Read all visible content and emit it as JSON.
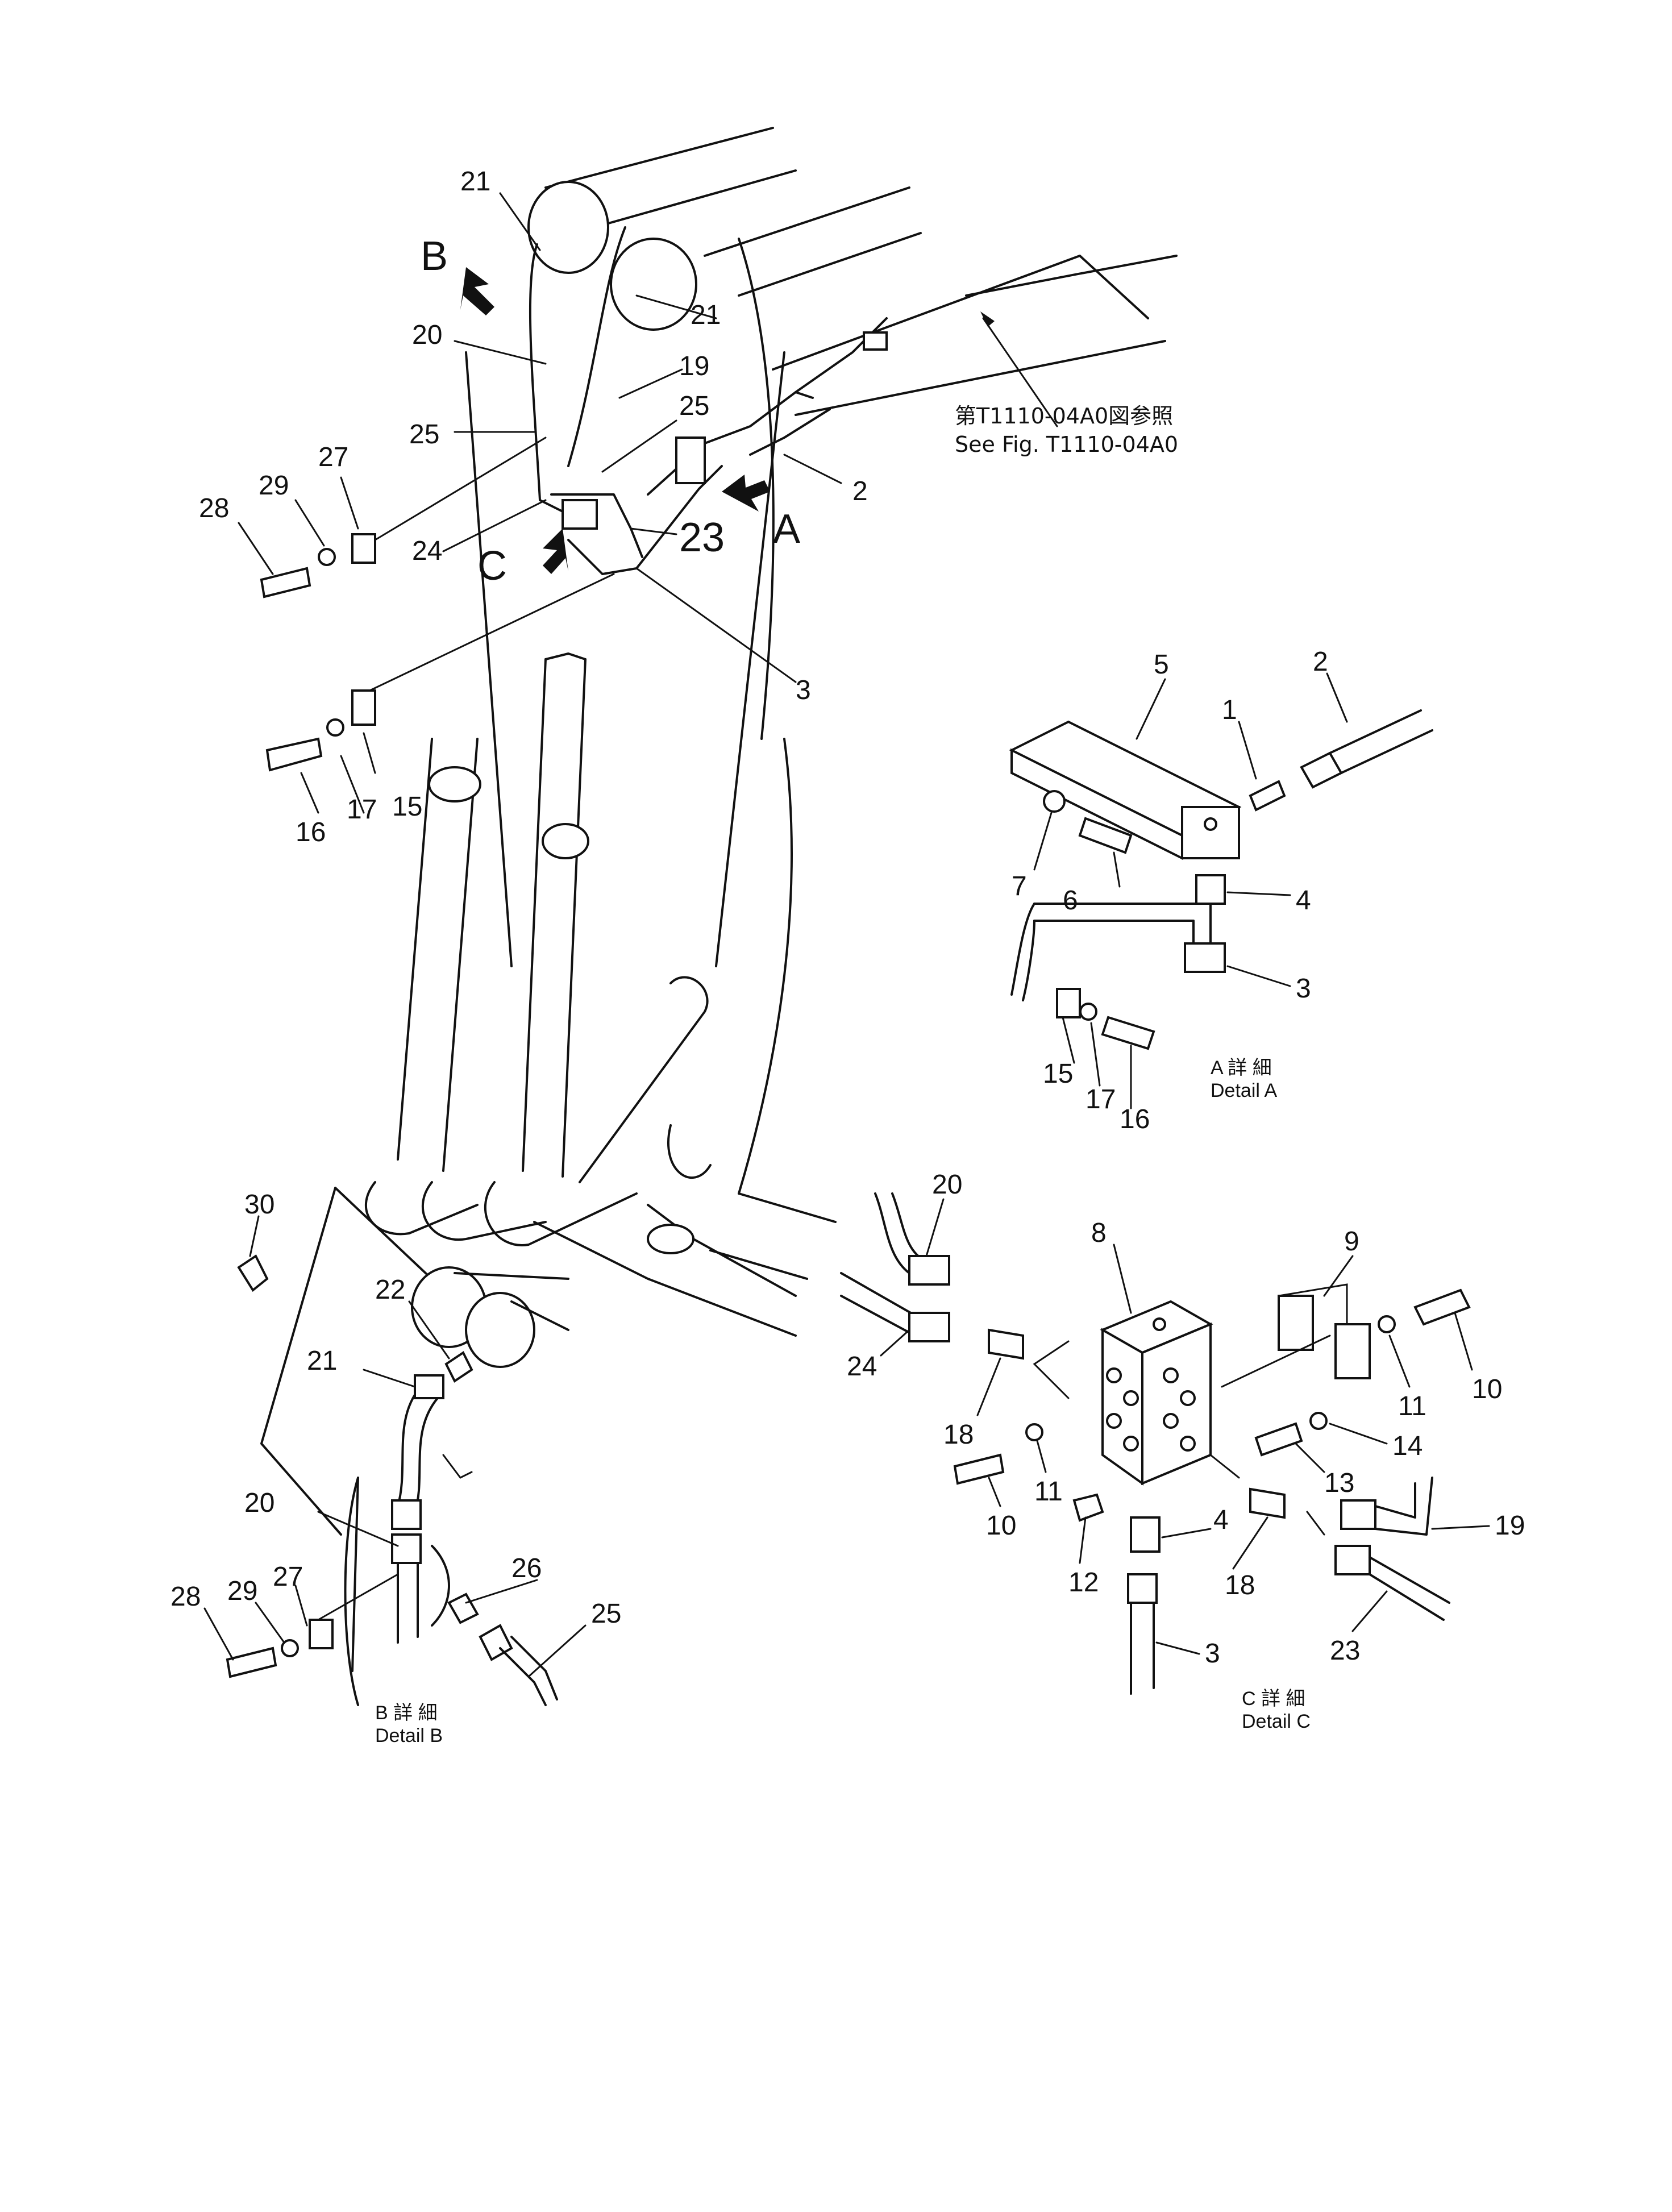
{
  "view_arrows": [
    "A",
    "B",
    "C"
  ],
  "reference_note": {
    "japanese": "第T1110-04A0図参照",
    "english": "See Fig. T1110-04A0"
  },
  "details": [
    {
      "label": "A 詳 細",
      "caption": "Detail A"
    },
    {
      "label": "B 詳 細",
      "caption": "Detail B"
    },
    {
      "label": "C 詳 細",
      "caption": "Detail C"
    }
  ],
  "main_callouts": [
    "21",
    "20",
    "25",
    "27",
    "29",
    "28",
    "24",
    "21",
    "19",
    "25",
    "23",
    "2",
    "3",
    "15",
    "16",
    "17"
  ],
  "detail_a_callouts": [
    "5",
    "2",
    "1",
    "7",
    "6",
    "4",
    "3",
    "15",
    "17",
    "16"
  ],
  "detail_b_callouts": [
    "30",
    "22",
    "21",
    "20",
    "27",
    "29",
    "28",
    "26",
    "25"
  ],
  "detail_c_callouts": [
    "20",
    "8",
    "9",
    "10",
    "24",
    "18",
    "11",
    "14",
    "13",
    "10",
    "11",
    "12",
    "4",
    "18",
    "19",
    "3",
    "23"
  ]
}
